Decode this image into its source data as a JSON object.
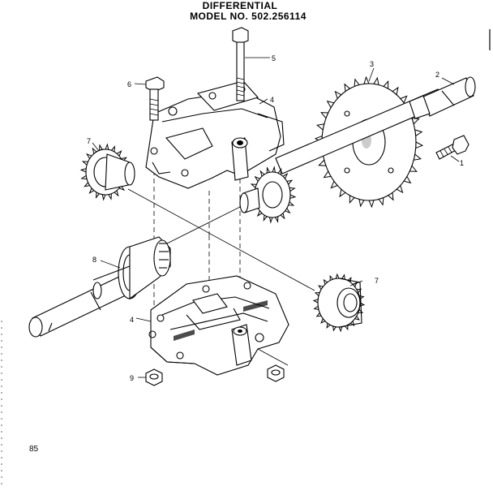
{
  "title": {
    "line1": "DIFFERENTIAL",
    "line2": "MODEL NO. 502.256114"
  },
  "page_number": "85",
  "callouts": {
    "c1": "1",
    "c2": "2",
    "c3": "3",
    "c4a": "4",
    "c4b": "4",
    "c5": "5",
    "c6": "6",
    "c7a": "7",
    "c7b": "7",
    "c8": "8",
    "c9": "9"
  },
  "parts": [
    "bolt-1",
    "axle-2",
    "sprocket-3",
    "housing-top-4",
    "housing-bottom-4",
    "long-bolt-5",
    "short-bolt-6",
    "bevel-gear-7",
    "axle-8",
    "nut-9"
  ]
}
